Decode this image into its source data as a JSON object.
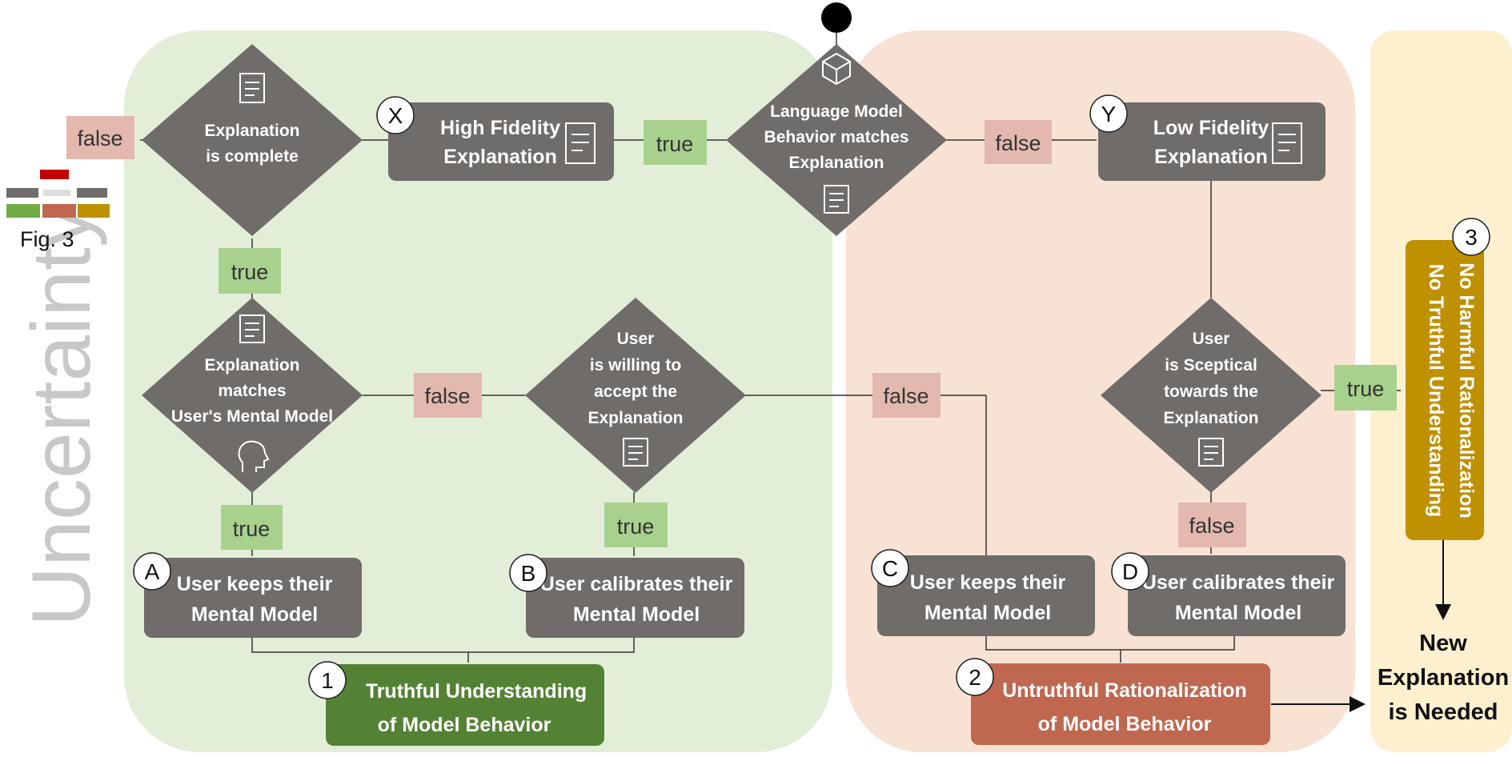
{
  "colors": {
    "green_region": "#e3eed9",
    "salmon_region": "#f8e2d4",
    "yellow_region": "#fdf0cf",
    "decision_fill": "#6f6c6a",
    "box_fill": "#6f6c6a",
    "true_tag": "#a8d18e",
    "false_tag": "#e3b8ae",
    "truthful_box": "#548235",
    "untruthful_box": "#c0674f",
    "harmless_box": "#bf9000",
    "uncertainty_text": "#c8c8c8"
  },
  "side": {
    "uncertainty": "Uncertainty",
    "fig_label": "Fig. 3"
  },
  "decisions": {
    "lm_matches": [
      "Language Model",
      "Behavior matches",
      "Explanation"
    ],
    "complete": [
      "Explanation",
      "is complete"
    ],
    "matches_mental": [
      "Explanation",
      "matches",
      "User's Mental Model"
    ],
    "willing": [
      "User",
      "is willing to",
      "accept the",
      "Explanation"
    ],
    "sceptical": [
      "User",
      "is Sceptical",
      "towards the",
      "Explanation"
    ]
  },
  "boxes": {
    "x": {
      "letter": "X",
      "lines": [
        "High Fidelity",
        "Explanation"
      ]
    },
    "y": {
      "letter": "Y",
      "lines": [
        "Low Fidelity",
        "Explanation"
      ]
    },
    "a": {
      "letter": "A",
      "lines": [
        "User keeps their",
        "Mental Model"
      ]
    },
    "b": {
      "letter": "B",
      "lines": [
        "User calibrates their",
        "Mental Model"
      ]
    },
    "c": {
      "letter": "C",
      "lines": [
        "User keeps their",
        "Mental Model"
      ]
    },
    "d": {
      "letter": "D",
      "lines": [
        "User calibrates their",
        "Mental Model"
      ]
    }
  },
  "outcomes": {
    "o1": {
      "num": "1",
      "lines": [
        "Truthful Understanding",
        "of Model Behavior"
      ]
    },
    "o2": {
      "num": "2",
      "lines": [
        "Untruthful Rationalization",
        "of Model Behavior"
      ]
    },
    "o3": {
      "num": "3",
      "lines": [
        "No Harmful Rationalization",
        "No Truthful Understanding"
      ]
    },
    "new": [
      "New",
      "Explanation",
      "is Needed"
    ]
  },
  "tags": {
    "t_true": "true",
    "t_false": "false"
  }
}
